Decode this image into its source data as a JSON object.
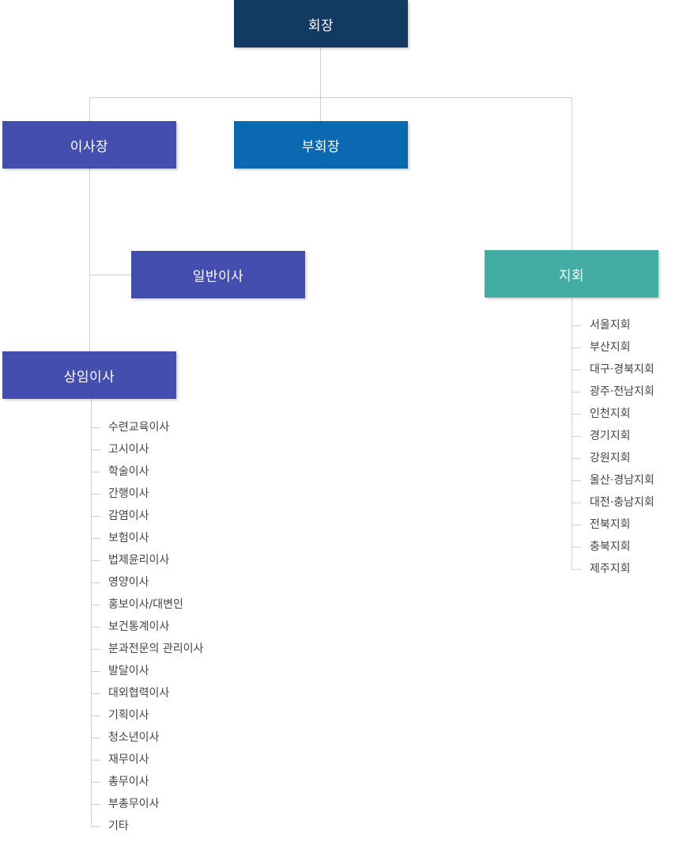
{
  "colors": {
    "chairman": "#123a63",
    "vice_chairman": "#0a69b0",
    "board": "#434eae",
    "branch": "#43ada3",
    "connector": "#cfcfcf"
  },
  "nodes": {
    "chairman": "회장",
    "board_chair": "이사장",
    "vice_chairman": "부회장",
    "general_directors": "일반이사",
    "branches": "지회",
    "standing_directors": "상임이사"
  },
  "standing_directors_list": [
    "수련교육이사",
    "고시이사",
    "학술이사",
    "간행이사",
    "감염이사",
    "보험이사",
    "법제윤리이사",
    "영양이사",
    "홍보이사/대변인",
    "보건통계이사",
    "분과전문의 관리이사",
    "발달이사",
    "대외협력이사",
    "기획이사",
    "청소년이사",
    "재무이사",
    "총무이사",
    "부총무이사",
    "기타"
  ],
  "branches_list": [
    "서울지회",
    "부산지회",
    "대구·경북지회",
    "광주·전남지회",
    "인천지회",
    "경기지회",
    "강원지회",
    "울산·경남지회",
    "대전·충남지회",
    "전북지회",
    "충북지회",
    "제주지회"
  ]
}
